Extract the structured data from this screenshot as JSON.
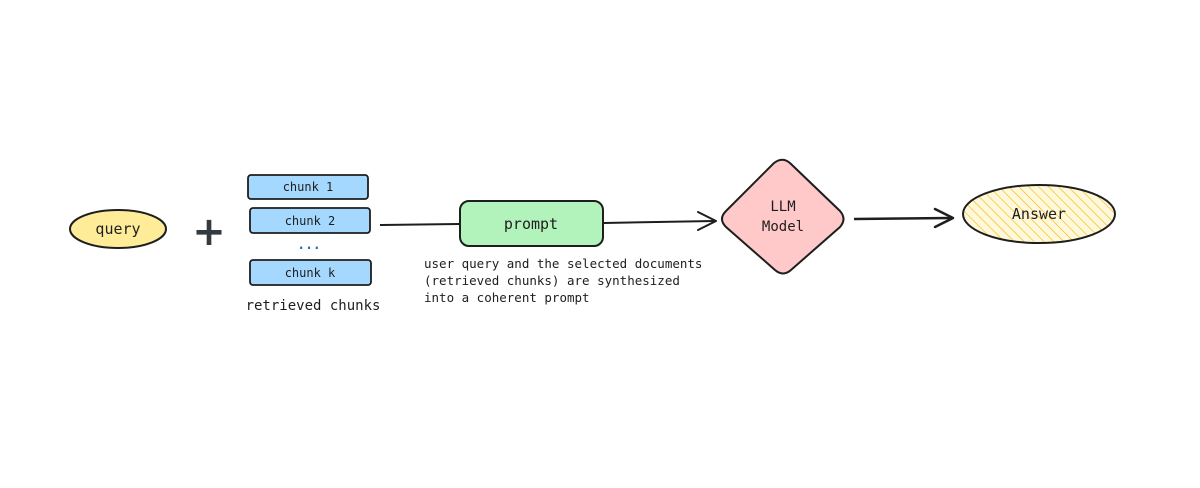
{
  "diagram": {
    "nodes": {
      "query": {
        "label": "query",
        "fill": "#ffec99",
        "stroke": "#1e1e1e"
      },
      "plus": {
        "symbol": "+"
      },
      "chunks": {
        "items": [
          "chunk 1",
          "chunk 2",
          "chunk k"
        ],
        "ellipsis": "...",
        "fill": "#a5d8ff",
        "stroke": "#1e1e1e",
        "ellipsis_color": "#1971c2",
        "caption": "retrieved chunks"
      },
      "prompt": {
        "label": "prompt",
        "fill": "#b2f2bb",
        "stroke": "#1e1e1e"
      },
      "llm": {
        "line1": "LLM",
        "line2": "Model",
        "fill": "#ffc9c9",
        "stroke": "#1e1e1e"
      },
      "answer": {
        "label": "Answer",
        "fill": "#fff9db",
        "hatch": "#fab005",
        "stroke": "#1e1e1e"
      }
    },
    "annotation": {
      "lines": [
        "user query and the selected documents",
        "(retrieved chunks) are synthesized",
        "into a coherent prompt"
      ]
    },
    "edges": [
      {
        "from": "chunks",
        "to": "prompt",
        "arrowhead": false
      },
      {
        "from": "prompt",
        "to": "llm",
        "arrowhead": true
      },
      {
        "from": "llm",
        "to": "answer",
        "arrowhead": true
      }
    ]
  }
}
